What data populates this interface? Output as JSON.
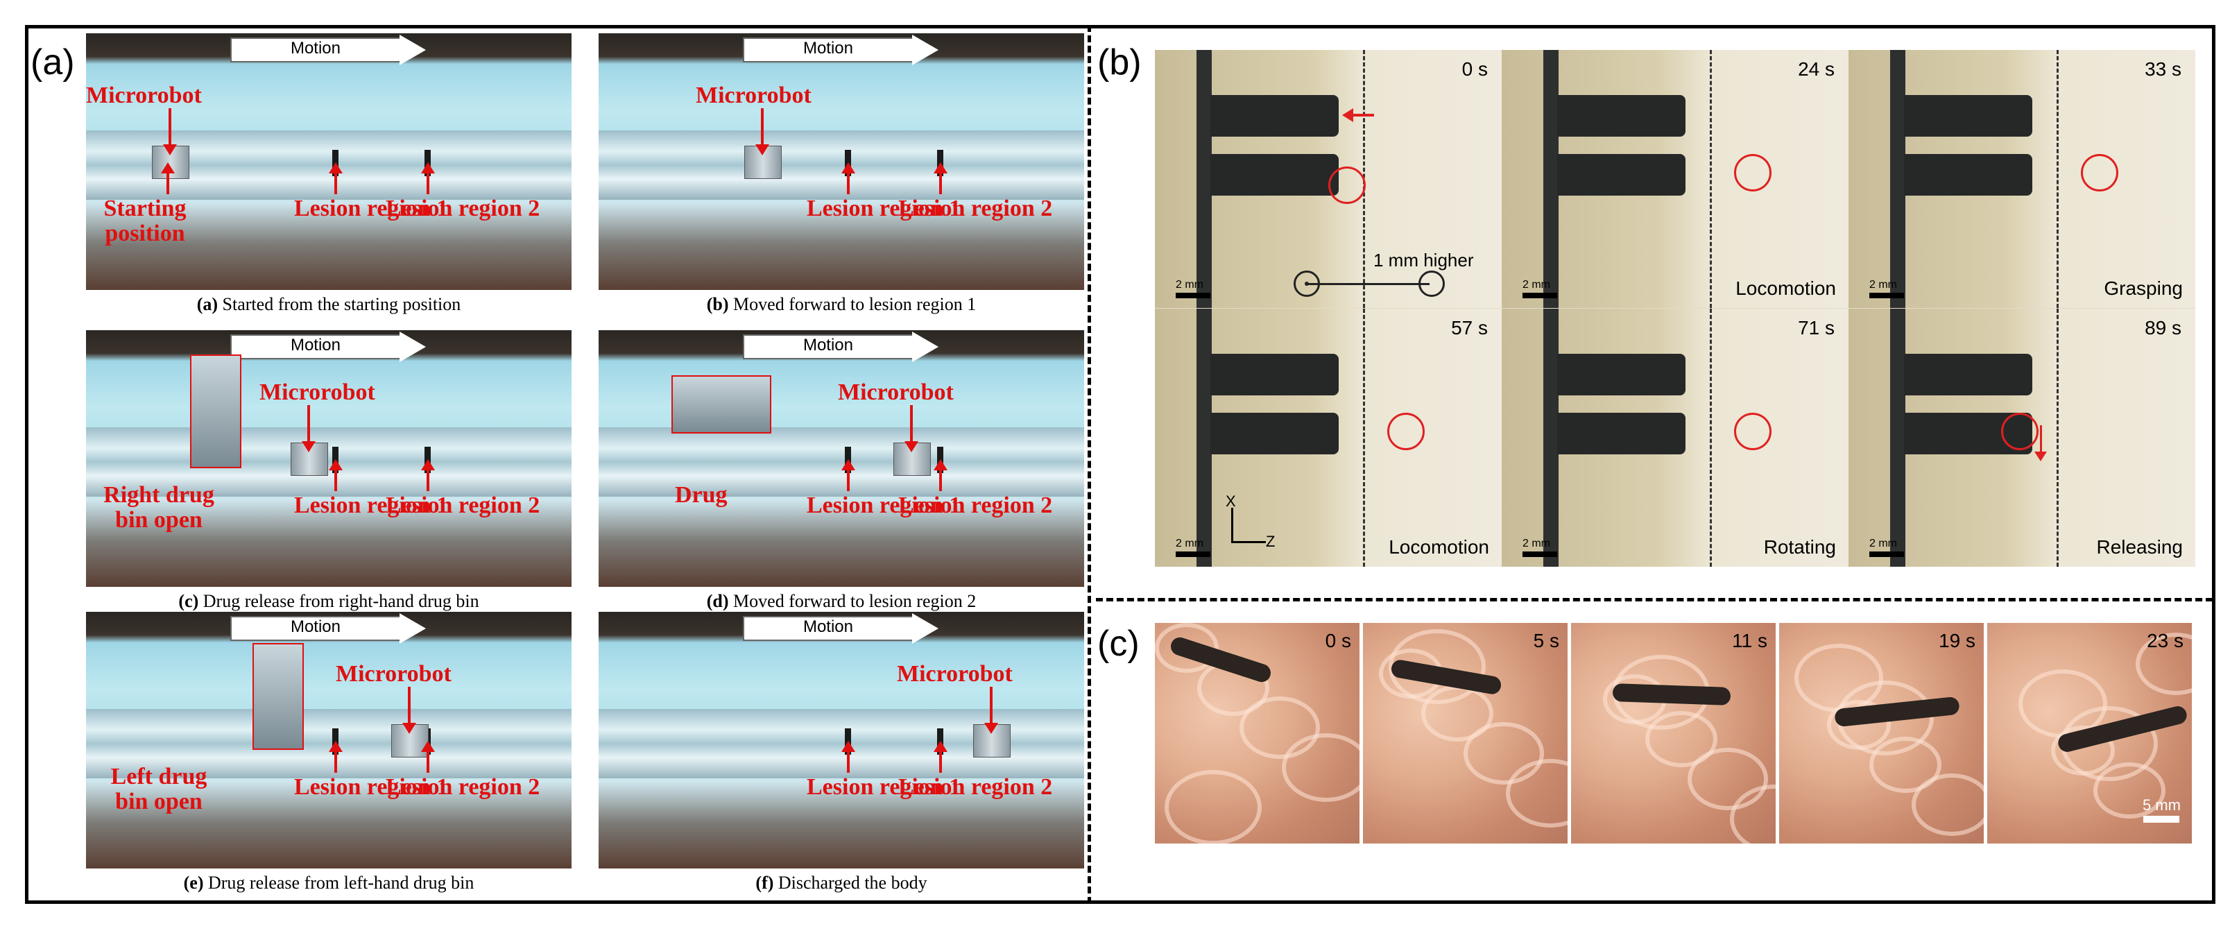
{
  "panels": {
    "a": {
      "letter": "(a)",
      "motion_label": "Motion",
      "subfigures": [
        {
          "tag": "a",
          "caption": "Started from the starting position",
          "labels": {
            "microrobot": "Microrobot",
            "start": "Starting position",
            "lesion1": "Lesion region 1",
            "lesion2": "Lesion region 2"
          }
        },
        {
          "tag": "b",
          "caption": "Moved forward to lesion region 1",
          "labels": {
            "microrobot": "Microrobot",
            "lesion1": "Lesion region 1",
            "lesion2": "Lesion region 2"
          }
        },
        {
          "tag": "c",
          "caption": "Drug release from right-hand drug bin",
          "labels": {
            "microrobot": "Microrobot",
            "bin": "Right drug bin open",
            "lesion1": "Lesion region 1",
            "lesion2": "Lesion region 2"
          }
        },
        {
          "tag": "d",
          "caption": "Moved forward to lesion region 2",
          "labels": {
            "microrobot": "Microrobot",
            "drug": "Drug",
            "lesion1": "Lesion region 1",
            "lesion2": "Lesion region 2"
          }
        },
        {
          "tag": "e",
          "caption": "Drug release from left-hand drug bin",
          "labels": {
            "microrobot": "Microrobot",
            "bin": "Left drug bin open",
            "lesion1": "Lesion region 1",
            "lesion2": "Lesion region 2"
          }
        },
        {
          "tag": "f",
          "caption": "Discharged the body",
          "labels": {
            "microrobot": "Microrobot",
            "lesion1": "Lesion region 1",
            "lesion2": "Lesion region 2"
          }
        }
      ]
    },
    "b": {
      "letter": "(b)",
      "cells": [
        {
          "time": "0 s",
          "state": ""
        },
        {
          "time": "24 s",
          "state": "Locomotion"
        },
        {
          "time": "33 s",
          "state": "Grasping"
        },
        {
          "time": "57 s",
          "state": "Locomotion"
        },
        {
          "time": "71 s",
          "state": "Rotating"
        },
        {
          "time": "89 s",
          "state": "Releasing"
        }
      ],
      "scale_label": "2 mm",
      "height_note": "1 mm higher",
      "axis_x": "X",
      "axis_z": "Z"
    },
    "c": {
      "letter": "(c)",
      "frames": [
        "0 s",
        "5 s",
        "11 s",
        "19 s",
        "23 s"
      ],
      "scale_label": "5 mm"
    }
  },
  "colors": {
    "annotation_red": "#e01010",
    "frame": "#000000"
  }
}
